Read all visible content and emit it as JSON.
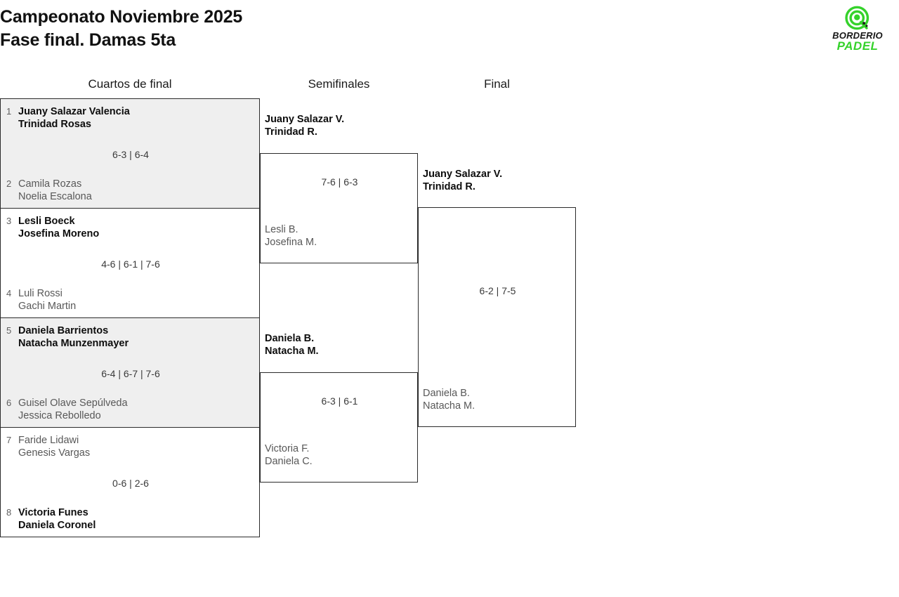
{
  "header": {
    "title_line1": "Campeonato Noviembre 2025",
    "title_line2": "Fase final. Damas 5ta"
  },
  "logo": {
    "mark": "padel-ball-at-icon",
    "text_top": "BORDERIO",
    "text_bottom": "PADEL",
    "green": "#35d22b"
  },
  "rounds": {
    "quarterfinals": "Cuartos de final",
    "semifinals": "Semifinales",
    "final": "Final"
  },
  "bracket": {
    "quarterfinals": [
      {
        "shaded": true,
        "score": "6-3 | 6-4",
        "top": {
          "seed": "1",
          "p1": "Juany Salazar Valencia",
          "p2": "Trinidad Rosas",
          "winner": true
        },
        "bottom": {
          "seed": "2",
          "p1": "Camila Rozas",
          "p2": "Noelia Escalona",
          "winner": false
        }
      },
      {
        "shaded": false,
        "score": "4-6 | 6-1 | 7-6",
        "top": {
          "seed": "3",
          "p1": "Lesli Boeck",
          "p2": "Josefina Moreno",
          "winner": true
        },
        "bottom": {
          "seed": "4",
          "p1": "Luli Rossi",
          "p2": "Gachi Martin",
          "winner": false
        }
      },
      {
        "shaded": true,
        "score": "6-4 | 6-7 | 7-6",
        "top": {
          "seed": "5",
          "p1": "Daniela Barrientos",
          "p2": "Natacha Munzenmayer",
          "winner": true
        },
        "bottom": {
          "seed": "6",
          "p1": "Guisel Olave Sepúlveda",
          "p2": "Jessica Rebolledo",
          "winner": false
        }
      },
      {
        "shaded": false,
        "score": "0-6 | 2-6",
        "top": {
          "seed": "7",
          "p1": "Faride Lidawi",
          "p2": "Genesis Vargas",
          "winner": false
        },
        "bottom": {
          "seed": "8",
          "p1": "Victoria Funes",
          "p2": "Daniela Coronel",
          "winner": true
        }
      }
    ],
    "semifinals": [
      {
        "score": "7-6 | 6-3",
        "top": {
          "p1": "Juany Salazar V.",
          "p2": "Trinidad R.",
          "winner": true
        },
        "bottom": {
          "p1": "Lesli B.",
          "p2": "Josefina M.",
          "winner": false
        }
      },
      {
        "score": "6-3 | 6-1",
        "top": {
          "p1": "Daniela B.",
          "p2": "Natacha M.",
          "winner": true
        },
        "bottom": {
          "p1": "Victoria F.",
          "p2": "Daniela C.",
          "winner": false
        }
      }
    ],
    "final": [
      {
        "score": "6-2 | 7-5",
        "top": {
          "p1": "Juany Salazar V.",
          "p2": "Trinidad R.",
          "winner": true
        },
        "bottom": {
          "p1": "Daniela B.",
          "p2": "Natacha M.",
          "winner": false
        }
      }
    ]
  }
}
